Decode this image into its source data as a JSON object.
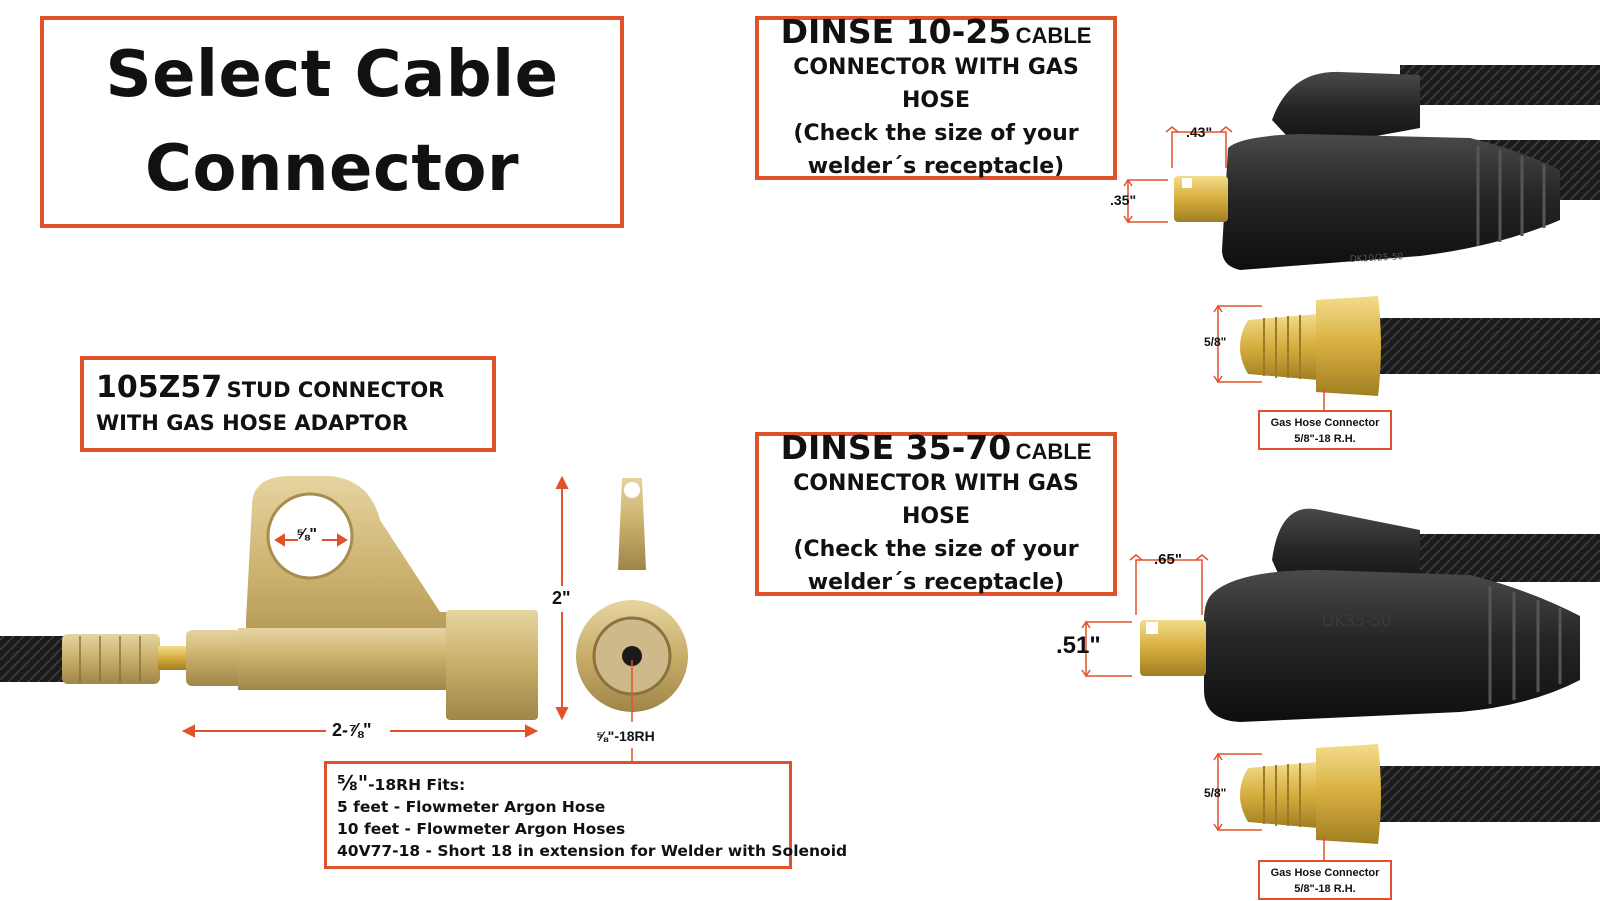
{
  "title": {
    "line1": "Select Cable",
    "line2": "Connector"
  },
  "dinse_10_25": {
    "model": "DINSE 10-25",
    "type_suffix": "CABLE",
    "line2": "CONNECTOR WITH GAS HOSE",
    "line3": "(Check the size of your",
    "line4": "welder´s receptacle)",
    "dim_width": ".43\"",
    "dim_height": ".35\"",
    "molded_text": "DK10/25-50"
  },
  "dinse_35_70": {
    "model": "DINSE 35-70",
    "type_suffix": "CABLE",
    "line2": "CONNECTOR WITH GAS HOSE",
    "line3": "(Check the size of your",
    "line4": "welder´s receptacle)",
    "dim_width": ".65\"",
    "dim_height": ".51\"",
    "molded_text": "DK35-50"
  },
  "gas_hose_connector": {
    "dim": "5/8\"",
    "label_line1": "Gas Hose Connector",
    "label_line2": "5/8\"-18 R.H."
  },
  "stud": {
    "model": "105Z57",
    "suffix": "STUD CONNECTOR",
    "line2": "WITH GAS HOSE ADAPTOR",
    "hole_dim": "⅝\"",
    "height_dim": "2\"",
    "length_dim": "2-⅞\"",
    "thread_dim": "⅝\"-18RH"
  },
  "fits": {
    "heading_bold": "⅝\"",
    "heading_rest": "-18RH Fits:",
    "items": [
      "5 feet - Flowmeter Argon Hose",
      "10 feet - Flowmeter Argon Hoses",
      "40V77-18 - Short 18 in extension for Welder with Solenoid"
    ]
  },
  "colors": {
    "accent": "#e0532a",
    "brass": "#c9ae6a",
    "rubber": "#1e1e1e"
  }
}
